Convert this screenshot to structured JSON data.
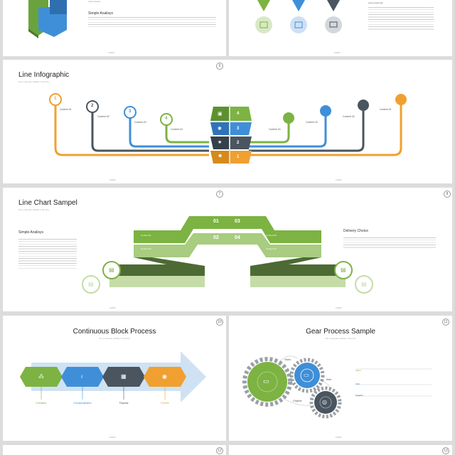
{
  "colors": {
    "green": "#7cb342",
    "blue": "#3f8fd8",
    "dark": "#4a5560",
    "orange": "#f0a030",
    "light_green": "#c5dca9"
  },
  "slide1": {
    "heading": "Simple Analisys",
    "col_label": "Lorem Ipsum"
  },
  "slide2": {
    "label": "Lorem and Line",
    "icons": [
      "book-icon",
      "printer-icon",
      "mail-icon"
    ]
  },
  "slide3": {
    "number": "6",
    "title": "Line Infographic",
    "subtitle": "Put a relevant subtitle in this line",
    "steps_left": [
      {
        "n": "1",
        "label": "Content 01"
      },
      {
        "n": "2",
        "label": "Content 02"
      },
      {
        "n": "3",
        "label": "Content 03"
      },
      {
        "n": "4",
        "label": "Content 04"
      }
    ],
    "steps_right": [
      {
        "label": "Content 04"
      },
      {
        "label": "Content 03"
      },
      {
        "label": "Content 02"
      },
      {
        "label": "Content 01"
      }
    ],
    "stack": [
      "4",
      "3",
      "2",
      "1"
    ]
  },
  "slide5": {
    "number": "8",
    "title": "Line Chart Sampel",
    "subtitle": "Put a relevant subtitle in this line",
    "left_heading": "Simple Analisys",
    "right_heading": "Delivery Choice",
    "labels": [
      "01",
      "02",
      "03",
      "04"
    ],
    "contents": [
      "Content 01",
      "Content 02",
      "Content 03",
      "Content 04"
    ]
  },
  "slide7": {
    "number": "10",
    "title": "Continuous Block Process",
    "subtitle": "Put a relevant subtitle in this line",
    "steps": [
      "Evaluation",
      "Conceptualisation",
      "Proposal",
      "Execute"
    ]
  },
  "slide8": {
    "number": "11",
    "title": "Gear Process Sample",
    "subtitle": "Put a relevant subtitle in this line",
    "labels": [
      "Video",
      "Web",
      "Graphic"
    ]
  },
  "bottom_numbers": [
    "12",
    "13"
  ],
  "footer": "LOGO"
}
